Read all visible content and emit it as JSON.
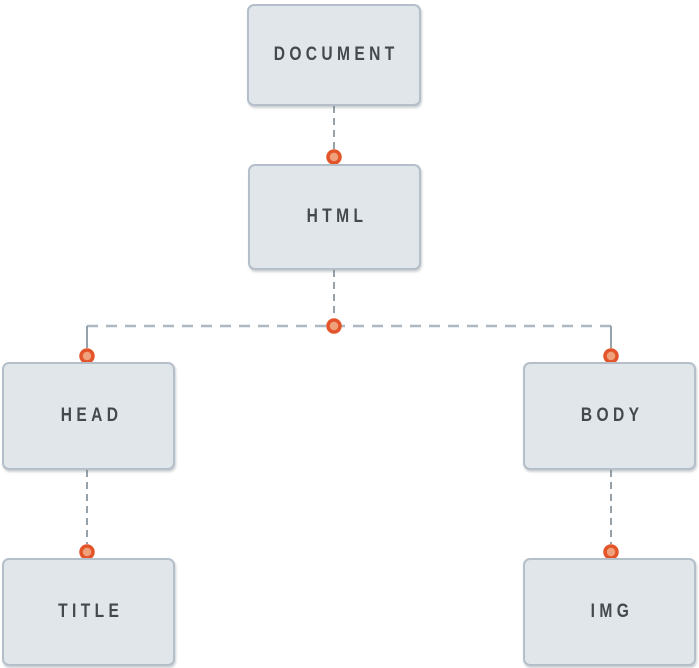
{
  "diagram": {
    "type": "tree",
    "description": "DOM tree diagram of an HTML document",
    "nodes": [
      {
        "id": "document",
        "label": "DOCUMENT"
      },
      {
        "id": "html",
        "label": "HTML"
      },
      {
        "id": "head",
        "label": "HEAD"
      },
      {
        "id": "body",
        "label": "BODY"
      },
      {
        "id": "title",
        "label": "TITLE"
      },
      {
        "id": "img",
        "label": "IMG"
      }
    ],
    "edges": [
      {
        "from": "document",
        "to": "html"
      },
      {
        "from": "html",
        "to": "head"
      },
      {
        "from": "html",
        "to": "body"
      },
      {
        "from": "head",
        "to": "title"
      },
      {
        "from": "body",
        "to": "img"
      }
    ],
    "colors": {
      "node_fill": "#e0e6e9",
      "node_border": "#b5bfc9",
      "label": "#45494d",
      "connector_vertical": "#97a1aa",
      "connector_horizontal": "#aeb8c2",
      "dot_ring": "#e4542a",
      "dot_fill": "#efa17c",
      "background": "#ffffff"
    }
  }
}
